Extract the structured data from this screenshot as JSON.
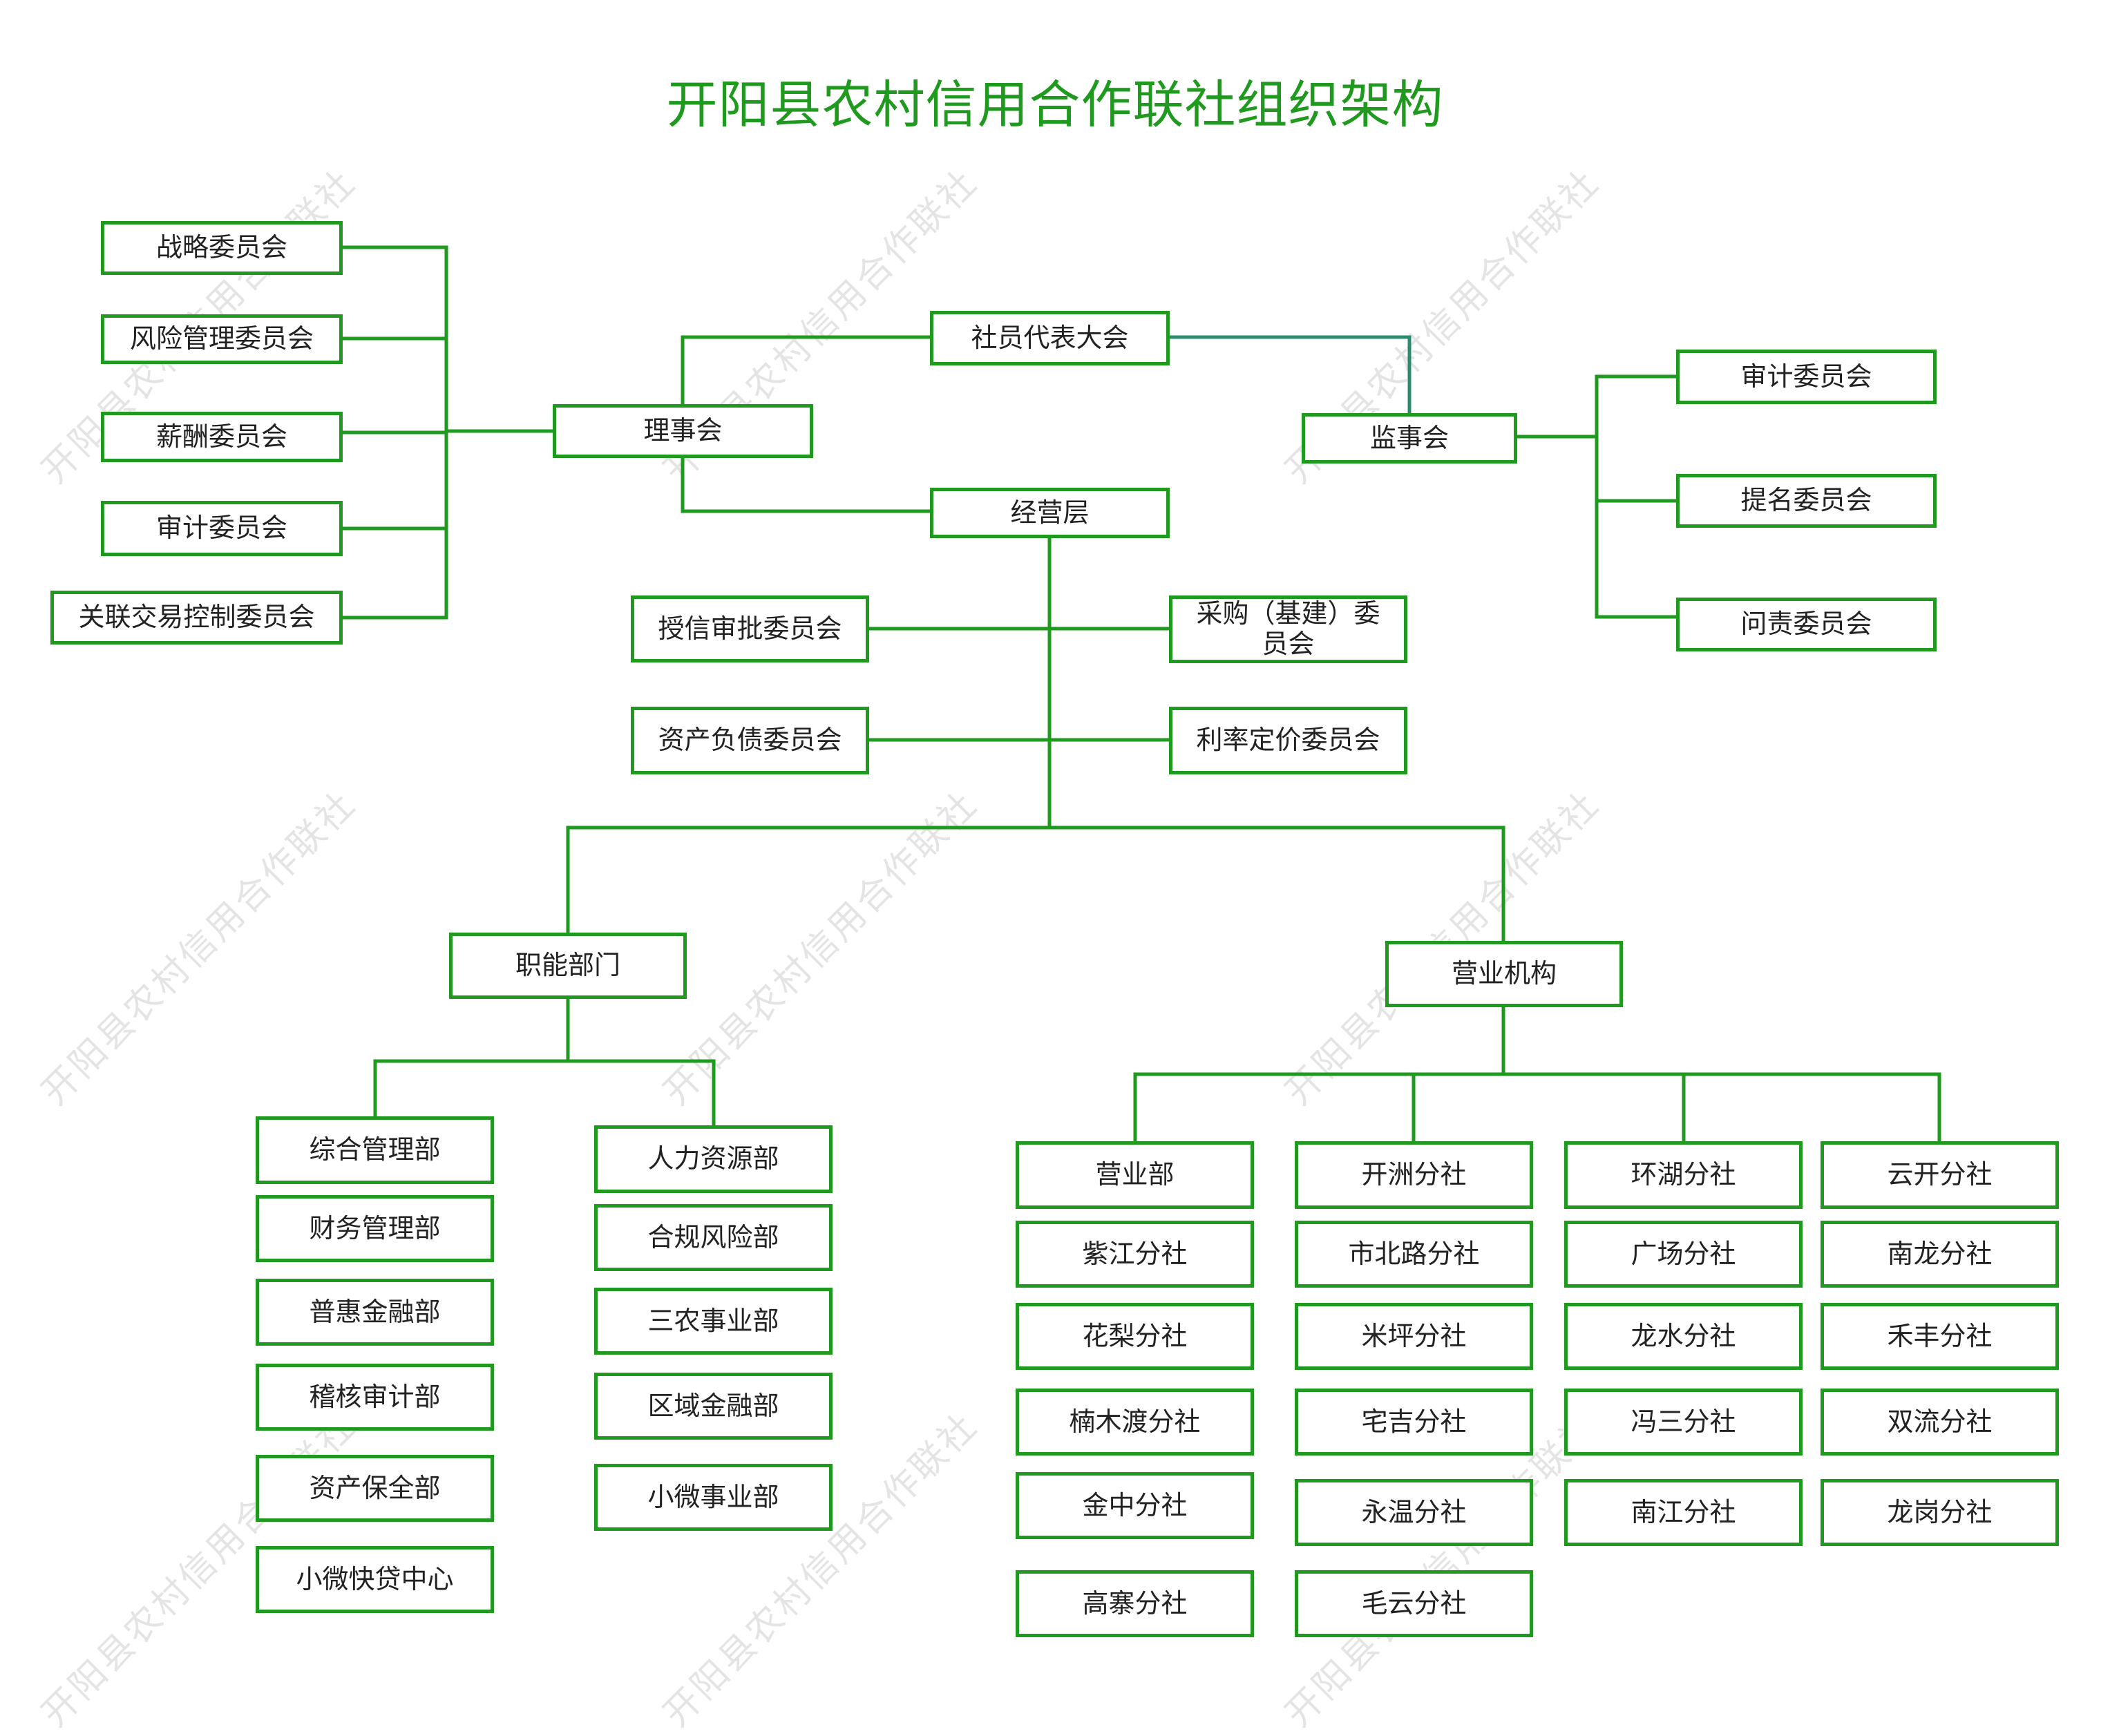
{
  "title": "开阳县农村信用合作联社组织架构",
  "colors": {
    "line": "#1f9a1f",
    "title": "#1f9a1f",
    "text": "#222222",
    "connector_teal": "#2c8a6e"
  },
  "watermark": "开阳县农村信用合作联社",
  "nodes": {
    "shareholders": "社员代表大会",
    "board": "理事会",
    "supervisory": "监事会",
    "management": "经营层",
    "board_committees": [
      "战略委员会",
      "风险管理委员会",
      "薪酬委员会",
      "审计委员会",
      "关联交易控制委员会"
    ],
    "supervisory_committees": [
      "审计委员会",
      "提名委员会",
      "问责委员会"
    ],
    "mgmt_committees_left": [
      "授信审批委员会",
      "资产负债委员会"
    ],
    "mgmt_committees_right": [
      "采购（基建）委员会",
      "利率定价委员会"
    ],
    "functional": "职能部门",
    "business": "营业机构",
    "functional_col1": [
      "综合管理部",
      "财务管理部",
      "普惠金融部",
      "稽核审计部",
      "资产保全部",
      "小微快贷中心"
    ],
    "functional_col2": [
      "人力资源部",
      "合规风险部",
      "三农事业部",
      "区域金融部",
      "小微事业部"
    ],
    "branches_col1": [
      "营业部",
      "紫江分社",
      "花梨分社",
      "楠木渡分社",
      "金中分社",
      "高寨分社"
    ],
    "branches_col2": [
      "开洲分社",
      "市北路分社",
      "米坪分社",
      "宅吉分社",
      "永温分社",
      "毛云分社"
    ],
    "branches_col3": [
      "环湖分社",
      "广场分社",
      "龙水分社",
      "冯三分社",
      "南江分社"
    ],
    "branches_col4": [
      "云开分社",
      "南龙分社",
      "禾丰分社",
      "双流分社",
      "龙岗分社"
    ]
  }
}
